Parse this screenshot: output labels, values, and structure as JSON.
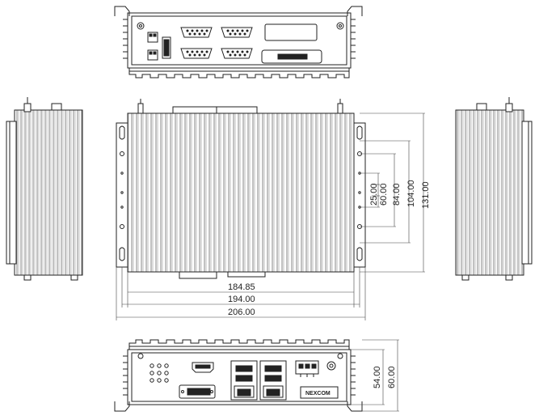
{
  "dimensions": {
    "width_inner": "184.85",
    "width_mounting": "194.00",
    "width_overall": "206.00",
    "height_25": "25.00",
    "height_60": "60.00",
    "height_84": "84.00",
    "height_104": "104.00",
    "height_131": "131.00",
    "front_height_54": "54.00",
    "front_height_60": "60.00"
  },
  "logo_text": "NEXCOM",
  "colors": {
    "line": "#222222",
    "light_line": "#555555",
    "background": "#ffffff"
  }
}
